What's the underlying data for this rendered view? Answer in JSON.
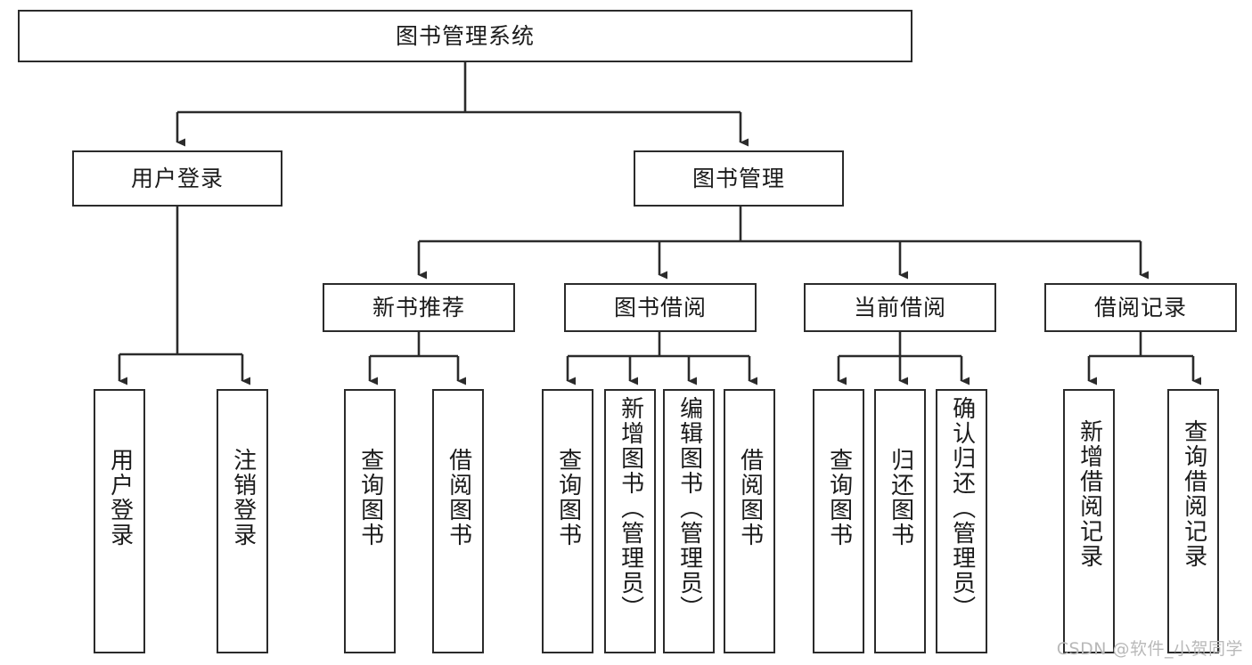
{
  "diagram": {
    "title_node": {
      "label": "图书管理系统"
    },
    "level2": [
      {
        "id": "user-login",
        "label": "用户登录"
      },
      {
        "id": "book-management",
        "label": "图书管理"
      }
    ],
    "level3": [
      {
        "id": "new-book-recommend",
        "label": "新书推荐"
      },
      {
        "id": "book-borrow",
        "label": "图书借阅"
      },
      {
        "id": "current-borrow",
        "label": "当前借阅"
      },
      {
        "id": "borrow-record",
        "label": "借阅记录"
      }
    ],
    "leaves": {
      "user_login": [
        {
          "id": "leaf-user-login",
          "label": "用户登录"
        },
        {
          "id": "leaf-logout-login",
          "label": "注销登录"
        }
      ],
      "new_book_recommend": [
        {
          "id": "leaf-query-book-1",
          "label": "查询图书"
        },
        {
          "id": "leaf-borrow-book-1",
          "label": "借阅图书"
        }
      ],
      "book_borrow": [
        {
          "id": "leaf-query-book-2",
          "label": "查询图书"
        },
        {
          "id": "leaf-add-book",
          "label": "新增图书（管理员）"
        },
        {
          "id": "leaf-edit-book",
          "label": "编辑图书（管理员）"
        },
        {
          "id": "leaf-borrow-book-2",
          "label": "借阅图书"
        }
      ],
      "current_borrow": [
        {
          "id": "leaf-query-book-3",
          "label": "查询图书"
        },
        {
          "id": "leaf-return-book",
          "label": "归还图书"
        },
        {
          "id": "leaf-confirm-return",
          "label": "确认归还（管理员）"
        }
      ],
      "borrow_record": [
        {
          "id": "leaf-add-borrow-record",
          "label": "新增借阅记录"
        },
        {
          "id": "leaf-query-borrow-record",
          "label": "查询借阅记录"
        }
      ]
    },
    "watermark": "CSDN @软件_小贺同学",
    "colors": {
      "stroke": "#2b2b2b",
      "text": "#1b1b1b",
      "background": "#ffffff",
      "watermark": "#b9b9b9"
    }
  }
}
